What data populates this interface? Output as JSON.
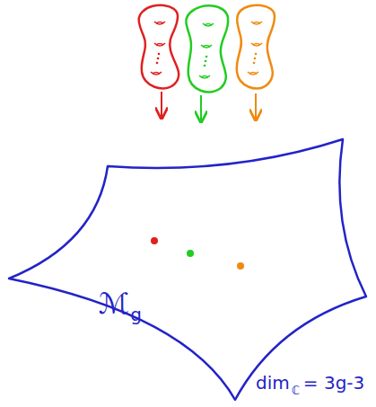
{
  "diagram": {
    "nodes": [
      {
        "text": [
          "ℳ",
          "g"
        ]
      }
    ],
    "labels": [
      "dim",
      "ℂ",
      "= 3g-3"
    ]
  }
}
